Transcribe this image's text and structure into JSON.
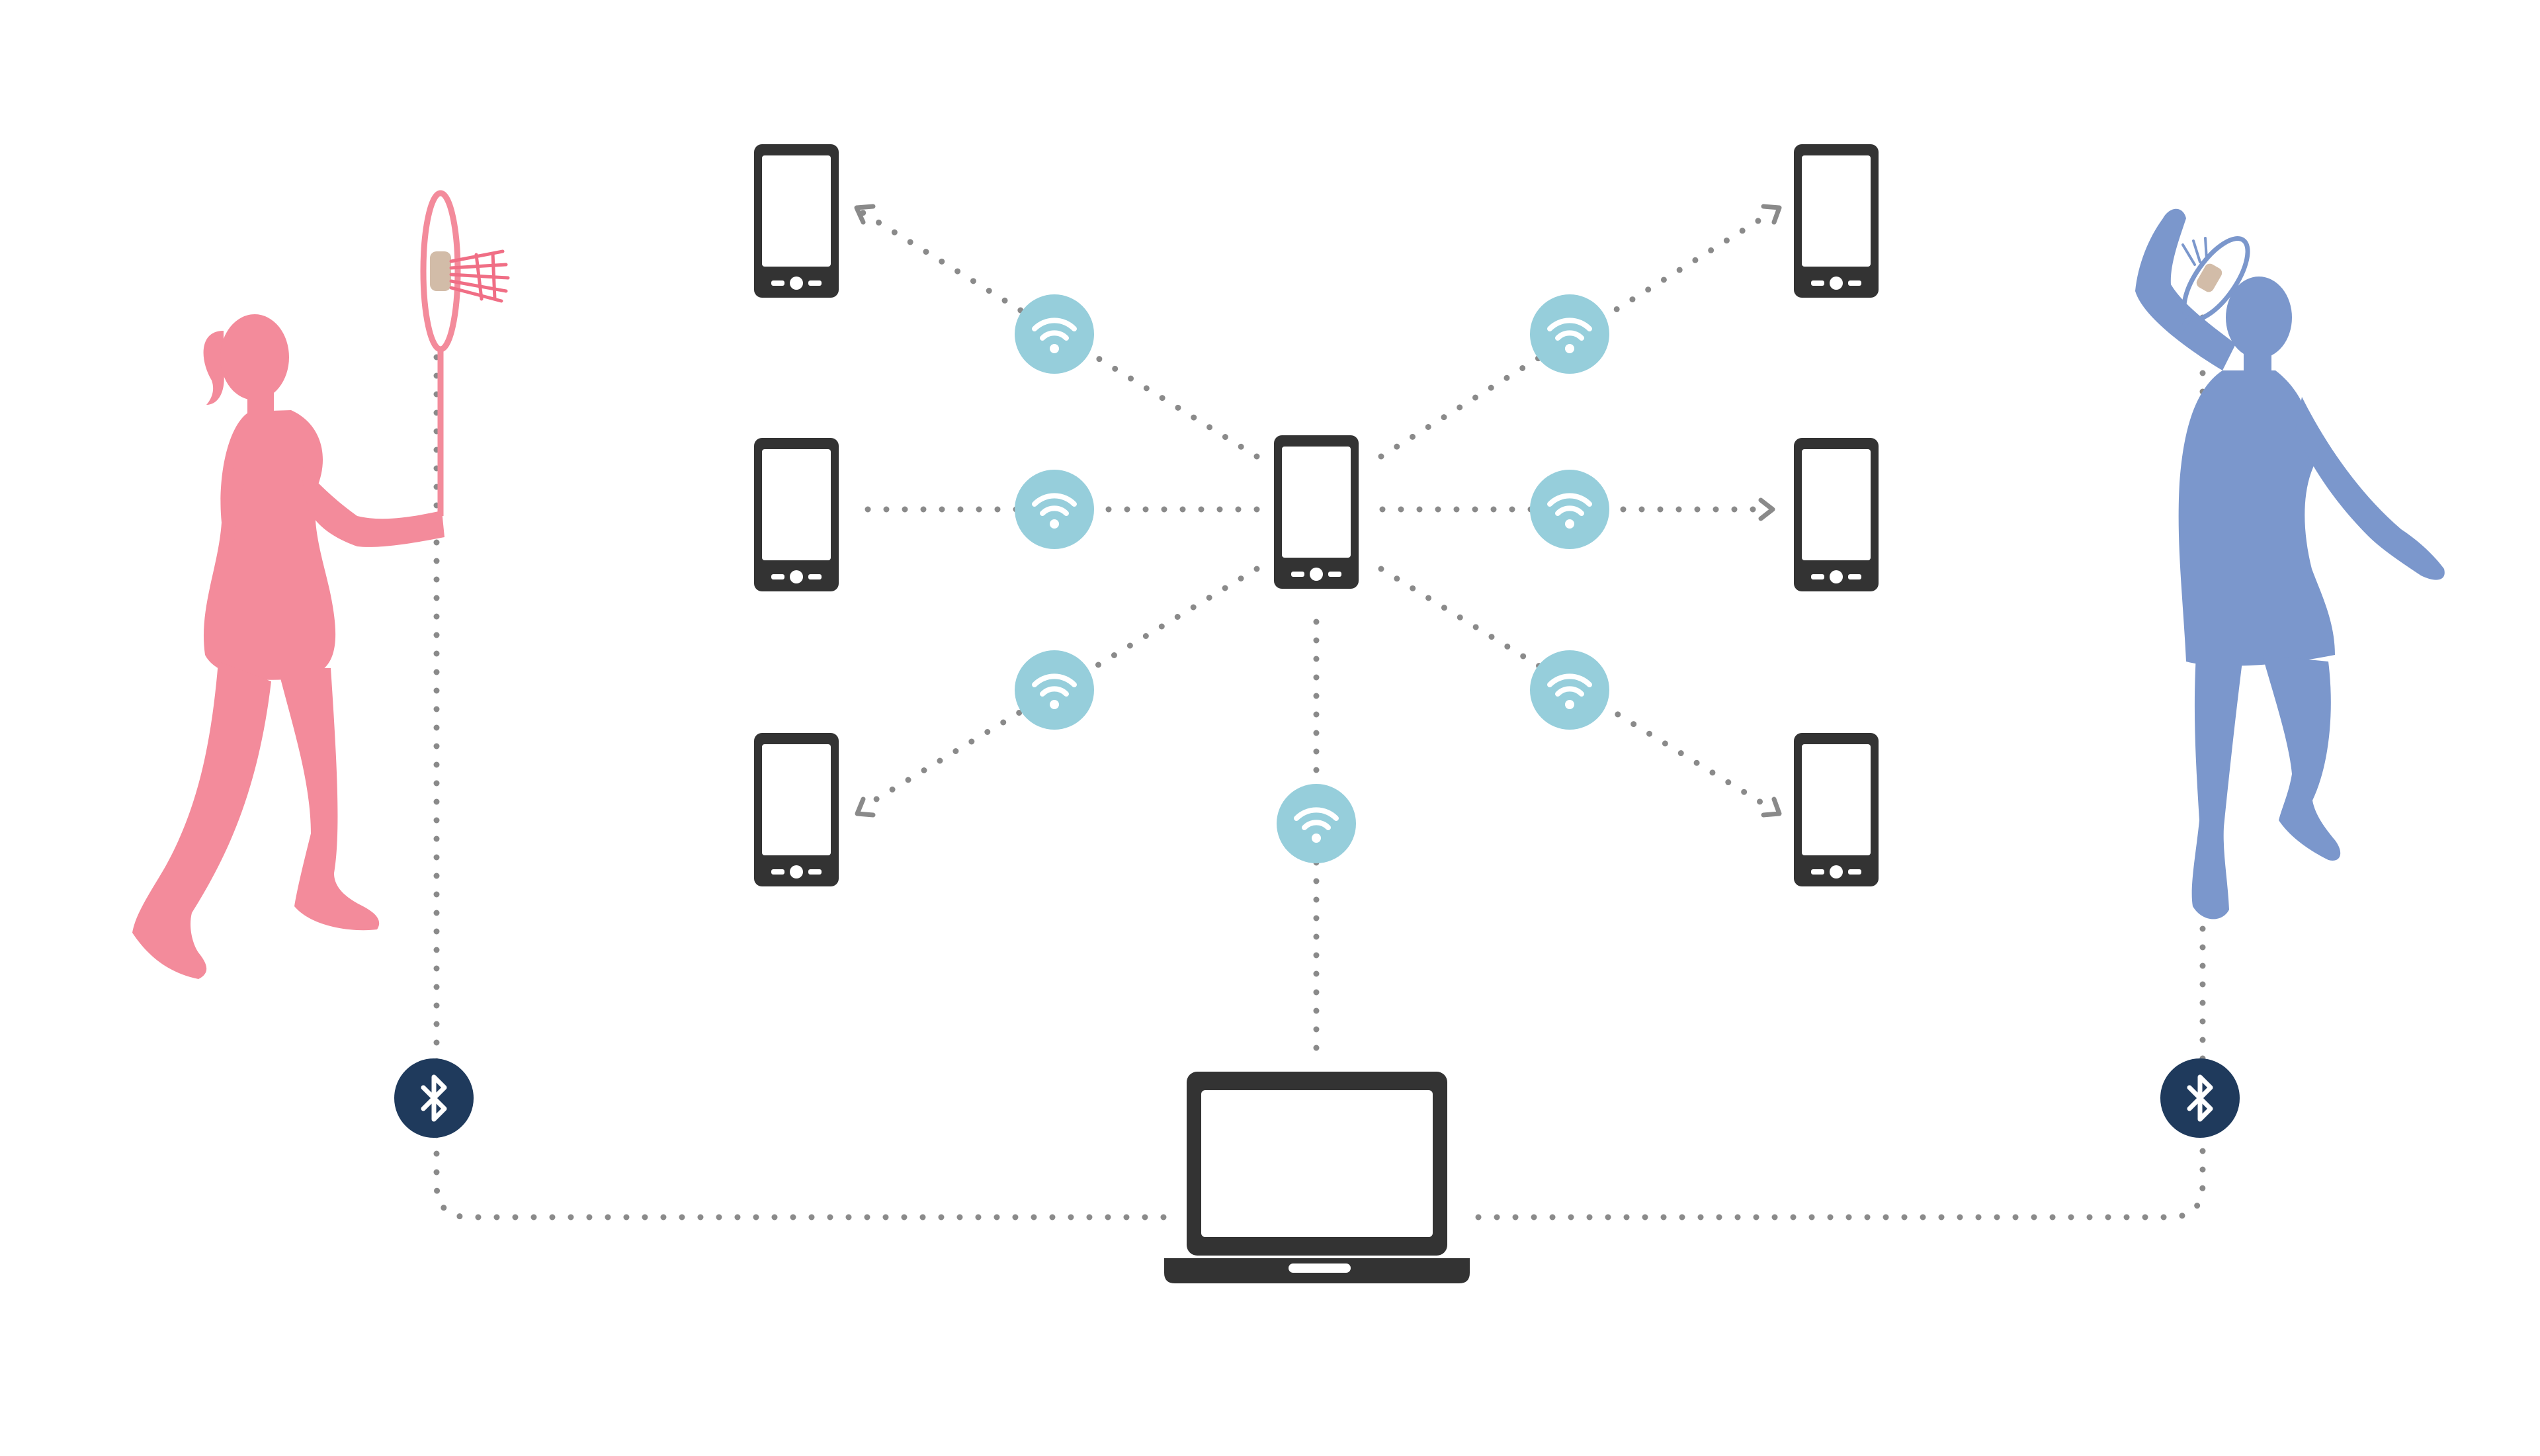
{
  "colors": {
    "background": "#ffffff",
    "device": "#333333",
    "connector_dots": "#8a8a8a",
    "wifi_badge": "#96cedb",
    "bluetooth_badge": "#1f3a5c",
    "player_female": "#f38b9b",
    "player_male": "#7b97cc",
    "shuttle_base": "#d2bca8",
    "shuttle_feathers": "#f06e85"
  },
  "icons": {
    "phone": "smartphone-icon",
    "laptop": "laptop-icon",
    "wifi": "wifi-icon",
    "bluetooth": "bluetooth-icon",
    "player_left": "female-badminton-player-silhouette",
    "player_right": "male-badminton-player-silhouette",
    "shuttle": "shuttlecock-icon"
  },
  "nodes": {
    "phones": [
      {
        "id": "phone-top-left"
      },
      {
        "id": "phone-middle-left"
      },
      {
        "id": "phone-bottom-left"
      },
      {
        "id": "phone-center"
      },
      {
        "id": "phone-top-right"
      },
      {
        "id": "phone-middle-right"
      },
      {
        "id": "phone-bottom-right"
      }
    ],
    "laptop": {
      "id": "laptop"
    },
    "wifi_badges": [
      {
        "id": "wifi-top-left"
      },
      {
        "id": "wifi-middle-left"
      },
      {
        "id": "wifi-bottom-left"
      },
      {
        "id": "wifi-top-right"
      },
      {
        "id": "wifi-middle-right"
      },
      {
        "id": "wifi-bottom-right"
      },
      {
        "id": "wifi-bottom-center"
      }
    ],
    "bluetooth_badges": [
      {
        "id": "bluetooth-left"
      },
      {
        "id": "bluetooth-right"
      }
    ]
  }
}
